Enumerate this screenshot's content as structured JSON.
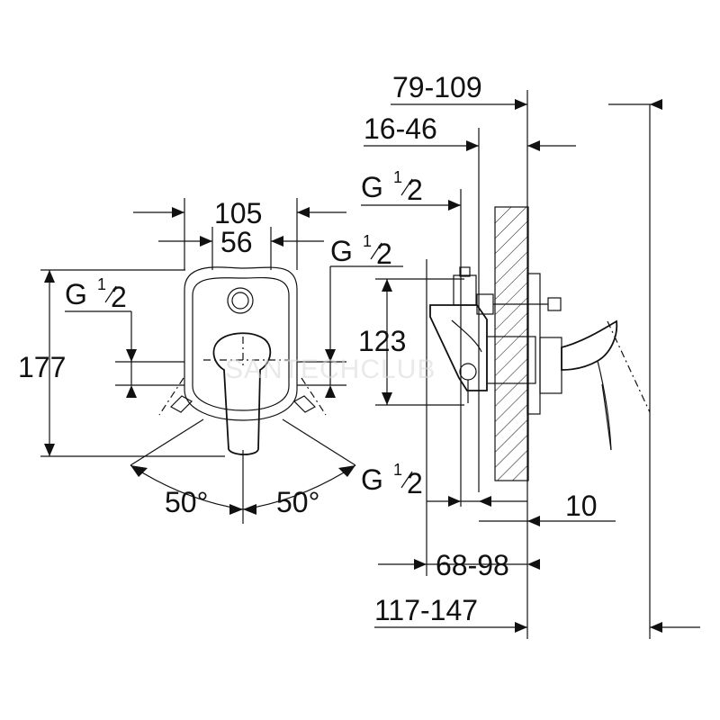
{
  "watermark": "SANTECHCLUB",
  "labels": {
    "width_105": "105",
    "width_56": "56",
    "height_177": "177",
    "height_123": "123",
    "angle_left": "50°",
    "angle_right": "50°",
    "range_79_109": "79-109",
    "range_16_46": "16-46",
    "range_68_98": "68-98",
    "range_117_147": "117-147",
    "dim_10": "10"
  },
  "thread": {
    "g": "G",
    "num": "1",
    "den": "2"
  }
}
